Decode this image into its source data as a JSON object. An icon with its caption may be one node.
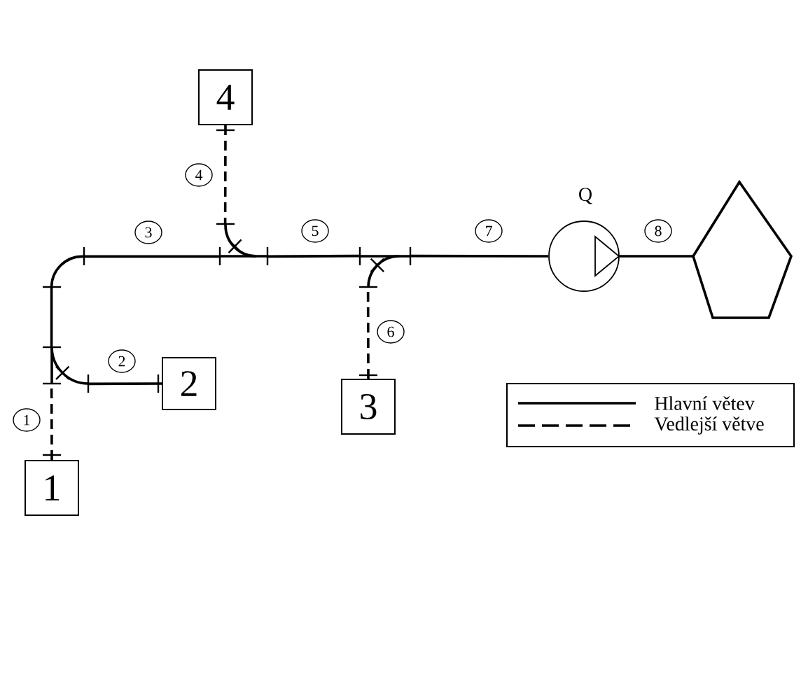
{
  "diagram": {
    "nodes": [
      {
        "text": [
          "1"
        ]
      },
      {
        "text": [
          "2"
        ]
      },
      {
        "text": [
          "3"
        ]
      },
      {
        "text": [
          "4"
        ]
      },
      {
        "text": [],
        "shape": "circle",
        "beside": [
          "Q"
        ]
      },
      {
        "text": [],
        "shape": "pentagon"
      },
      {
        "text": [],
        "shape": "tee"
      },
      {
        "text": [],
        "shape": "tee"
      },
      {
        "text": [],
        "shape": "tee"
      }
    ],
    "edges": [
      {
        "from": 0,
        "to": 6,
        "arrow": "none",
        "label": "1",
        "style": "dashed"
      },
      {
        "from": 1,
        "to": 6,
        "arrow": "none",
        "label": "2"
      },
      {
        "from": 6,
        "to": 7,
        "arrow": "none",
        "label": "3"
      },
      {
        "from": 3,
        "to": 7,
        "arrow": "none",
        "label": "4",
        "style": "dashed"
      },
      {
        "from": 7,
        "to": 8,
        "arrow": "none",
        "label": "5"
      },
      {
        "from": 2,
        "to": 8,
        "arrow": "none",
        "label": "6",
        "style": "dashed"
      },
      {
        "from": 8,
        "to": 4,
        "arrow": "none",
        "label": "7"
      },
      {
        "from": 4,
        "to": 5,
        "arrow": "none",
        "label": "8"
      }
    ],
    "legend": [
      {
        "text": "Hlavní větev"
      },
      {
        "text": "Vedlejší větve"
      }
    ]
  }
}
